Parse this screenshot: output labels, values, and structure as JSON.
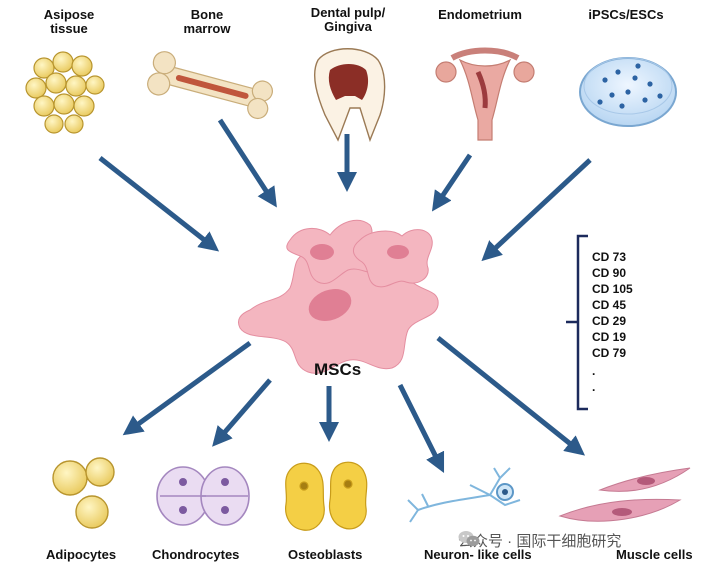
{
  "sources": [
    {
      "id": "adipose",
      "label": "Asipose\ntissue"
    },
    {
      "id": "bone-marrow",
      "label": "Bone\nmarrow"
    },
    {
      "id": "dental",
      "label": "Dental pulp/\nGingiva"
    },
    {
      "id": "endometrium",
      "label": "Endometrium"
    },
    {
      "id": "ipsc",
      "label": "iPSCs/ESCs"
    }
  ],
  "center": {
    "label": "MSCs"
  },
  "markers": [
    "CD 73",
    "CD 90",
    "CD 105",
    "CD 45",
    "CD 29",
    "CD 19",
    "CD 79",
    ".",
    "."
  ],
  "targets": [
    {
      "id": "adipocytes",
      "label": "Adipocytes"
    },
    {
      "id": "chondrocytes",
      "label": "Chondrocytes"
    },
    {
      "id": "osteoblasts",
      "label": "Osteoblasts"
    },
    {
      "id": "neuron",
      "label": "Neuron- like cells"
    },
    {
      "id": "muscle",
      "label": "Muscle cells"
    }
  ],
  "watermark": {
    "text": "公众号 · 国际干细胞研究"
  },
  "colors": {
    "arrow": "#2c5a8a",
    "cell": "#f4b6c0",
    "cell_nucleus": "#e07f94"
  }
}
